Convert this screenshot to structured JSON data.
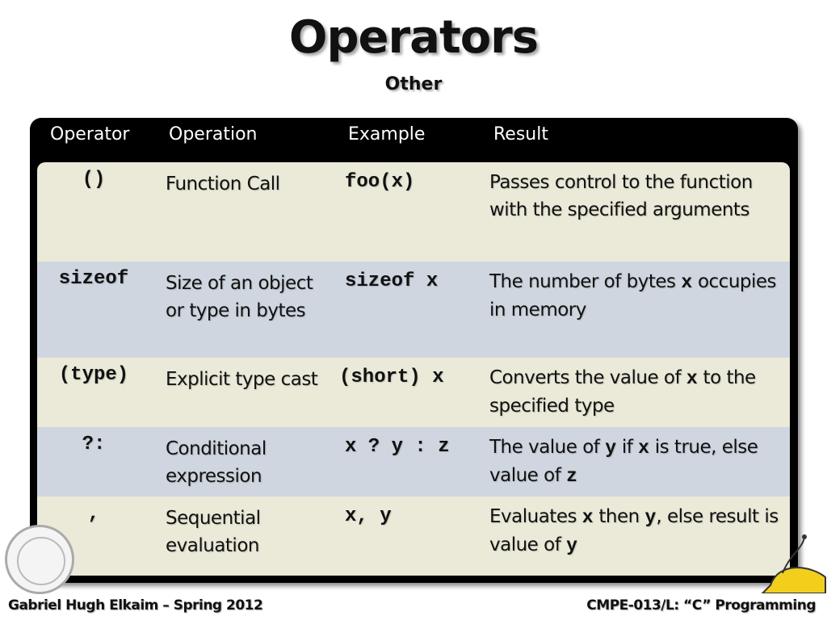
{
  "slide": {
    "title": "Operators",
    "subtitle": "Other"
  },
  "table": {
    "headers": [
      "Operator",
      "Operation",
      "Example",
      "Result"
    ],
    "rows": [
      {
        "operator": "()",
        "operation": "Function Call",
        "example": "foo(x)",
        "result_parts": [
          {
            "t": "Passes control to the function with the specified arguments",
            "code": false
          }
        ]
      },
      {
        "operator": "sizeof",
        "operation": "Size of an object or type in bytes",
        "example": "sizeof x",
        "result_parts": [
          {
            "t": "The number of bytes ",
            "code": false
          },
          {
            "t": "x",
            "code": true
          },
          {
            "t": " occupies in memory",
            "code": false
          }
        ]
      },
      {
        "operator": "(type)",
        "operation": "Explicit type cast",
        "example": "(short) x",
        "result_parts": [
          {
            "t": "Converts the value of ",
            "code": false
          },
          {
            "t": "x",
            "code": true
          },
          {
            "t": " to the specified type",
            "code": false
          }
        ]
      },
      {
        "operator": "?:",
        "operation": "Conditional expression",
        "example": "x ? y : z",
        "result_parts": [
          {
            "t": "The value of ",
            "code": false
          },
          {
            "t": "y",
            "code": true
          },
          {
            "t": " if ",
            "code": false
          },
          {
            "t": "x",
            "code": true
          },
          {
            "t": " is true, else value of ",
            "code": false
          },
          {
            "t": "z",
            "code": true
          }
        ]
      },
      {
        "operator": ",",
        "operation": "Sequential evaluation",
        "example": "x, y",
        "result_parts": [
          {
            "t": "Evaluates ",
            "code": false
          },
          {
            "t": "x",
            "code": true
          },
          {
            "t": " then ",
            "code": false
          },
          {
            "t": "y",
            "code": true
          },
          {
            "t": ", else result is value of ",
            "code": false
          },
          {
            "t": "y",
            "code": true
          }
        ]
      }
    ]
  },
  "footer": {
    "left": "Gabriel Hugh Elkaim – Spring 2012",
    "right": "CMPE-013/L: “C” Programming"
  },
  "colors": {
    "header_bg": "#000000",
    "row_odd": "#ebe9d8",
    "row_even": "#cfd6e0"
  },
  "icons": {
    "seal": "university-seal-icon",
    "mascot": "banana-slug-icon"
  }
}
